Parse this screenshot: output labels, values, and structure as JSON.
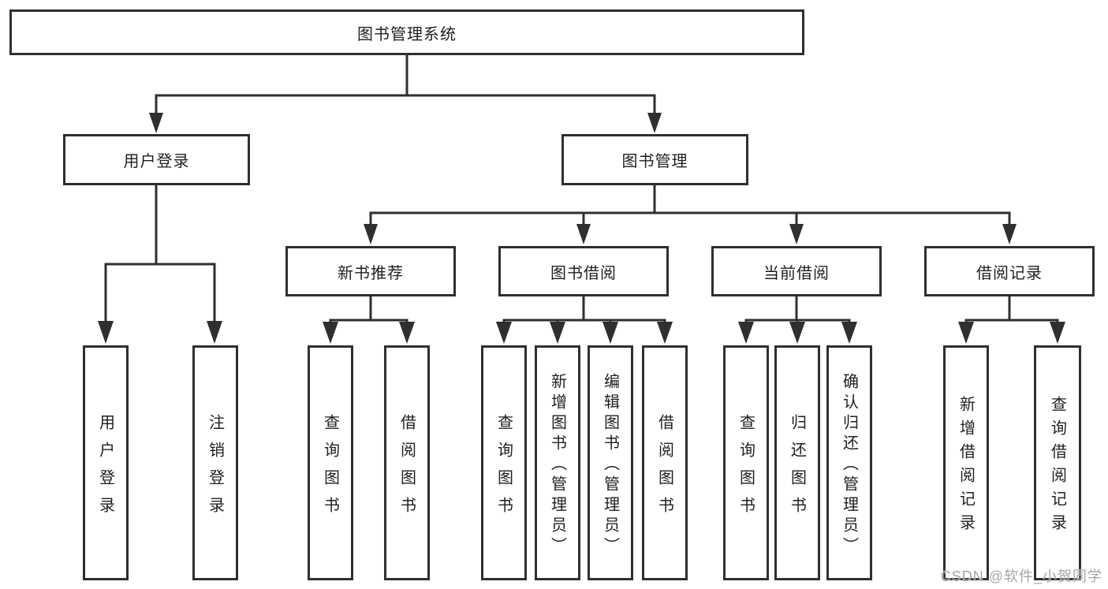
{
  "tree": {
    "label": "图书管理系统",
    "children": [
      {
        "label": "用户登录",
        "children": [
          {
            "label": "用户登录"
          },
          {
            "label": "注销登录"
          }
        ]
      },
      {
        "label": "图书管理",
        "children": [
          {
            "label": "新书推荐",
            "children": [
              {
                "label": "查询图书"
              },
              {
                "label": "借阅图书"
              }
            ]
          },
          {
            "label": "图书借阅",
            "children": [
              {
                "label": "查询图书"
              },
              {
                "label": "新增图书（管理员）"
              },
              {
                "label": "编辑图书（管理员）"
              },
              {
                "label": "借阅图书"
              }
            ]
          },
          {
            "label": "当前借阅",
            "children": [
              {
                "label": "查询图书"
              },
              {
                "label": "归还图书"
              },
              {
                "label": "确认归还（管理员）"
              }
            ]
          },
          {
            "label": "借阅记录",
            "children": [
              {
                "label": "新增借阅记录"
              },
              {
                "label": "查询借阅记录"
              }
            ]
          }
        ]
      }
    ]
  },
  "watermark": "CSDN @软件_小贺同学",
  "colors": {
    "line": "#2f2f2f",
    "box_border": "#2f2f2f",
    "text": "#1f1f1f",
    "watermark": "#a6a6a6",
    "background": "#ffffff"
  }
}
